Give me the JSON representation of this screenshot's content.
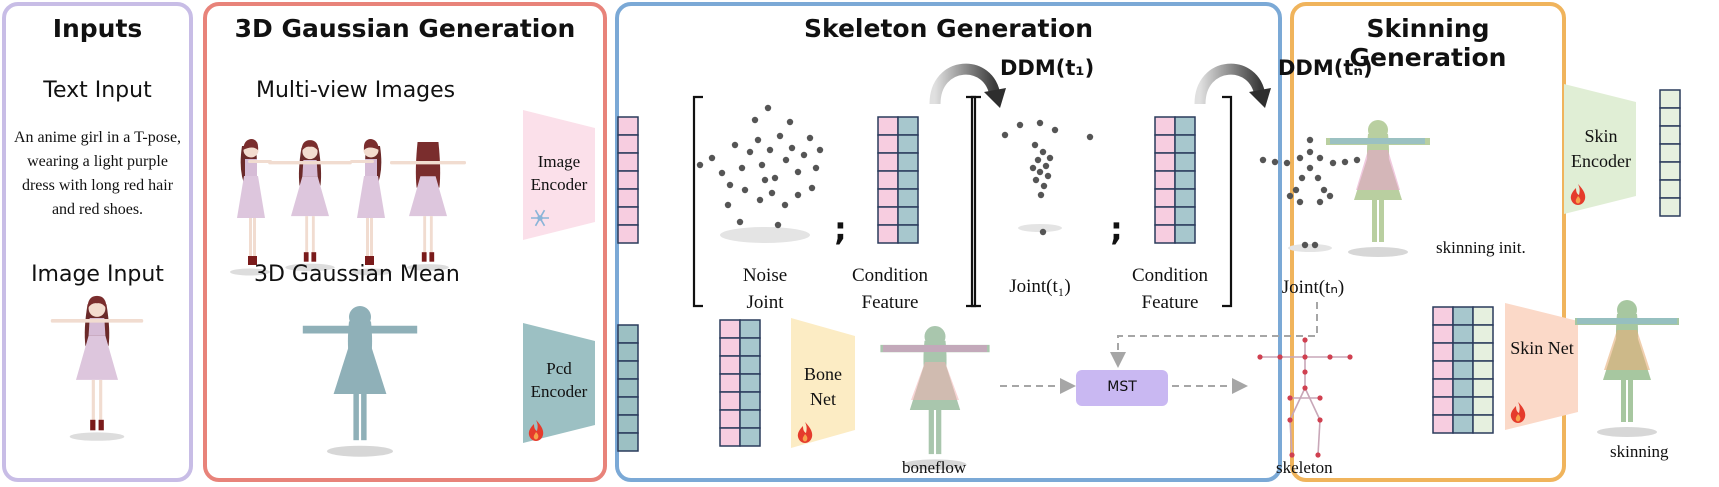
{
  "inputs": {
    "title": "Inputs",
    "text_input_label": "Text Input",
    "text_prompt": "An anime girl in a T-pose, wearing a light purple dress with long red hair and red shoes.",
    "image_input_label": "Image Input"
  },
  "gaussian": {
    "title": "3D Gaussian Generation",
    "multiview_label": "Multi-view Images",
    "mean_label": "3D Gaussian Mean",
    "image_encoder_label": "Image Encoder",
    "pcd_encoder_label": "Pcd Encoder"
  },
  "skeleton": {
    "title": "Skeleton Generation",
    "ddm_t1": "DDM(t₁)",
    "ddm_tn": "DDM(tₙ)",
    "noise_joint_label": "Noise Joint",
    "condition_feature_label": "Condition Feature",
    "joint_t1_label": "Joint(t₁)",
    "condition_feature_label_2": "Condition Feature",
    "joint_tn_label": "Joint(tₙ)",
    "semicolon": ";",
    "bone_net_label": "Bone Net",
    "boneflow_label": "boneflow",
    "mst_label": "MST",
    "skeleton_label": "skeleton"
  },
  "skinning": {
    "title": "Skinning Generation",
    "skin_encoder_label": "Skin Encoder",
    "skinning_init_label": "skinning init.",
    "skin_net_label": "Skin Net",
    "skinning_label": "skinning"
  },
  "colors": {
    "inputs_border": "#c8bde6",
    "gaussian_border": "#e8837a",
    "skeleton_border": "#7ba9d6",
    "skinning_border": "#f0b45c",
    "pink_cell": "#f7cde0",
    "teal_cell": "#a7c7cd",
    "green_cell": "#e6f0df",
    "cell_border": "#2a3b5c",
    "image_encoder_fill": "#fbe0ea",
    "pcd_encoder_fill": "#9cc0c3",
    "bone_net_fill": "#fcecc4",
    "skin_encoder_fill": "#e0eed5",
    "skin_net_fill": "#fbd9c8",
    "mst_fill": "#c9b8f2"
  },
  "icons": {
    "frozen": "snowflake-icon",
    "trainable": "flame-icon"
  }
}
